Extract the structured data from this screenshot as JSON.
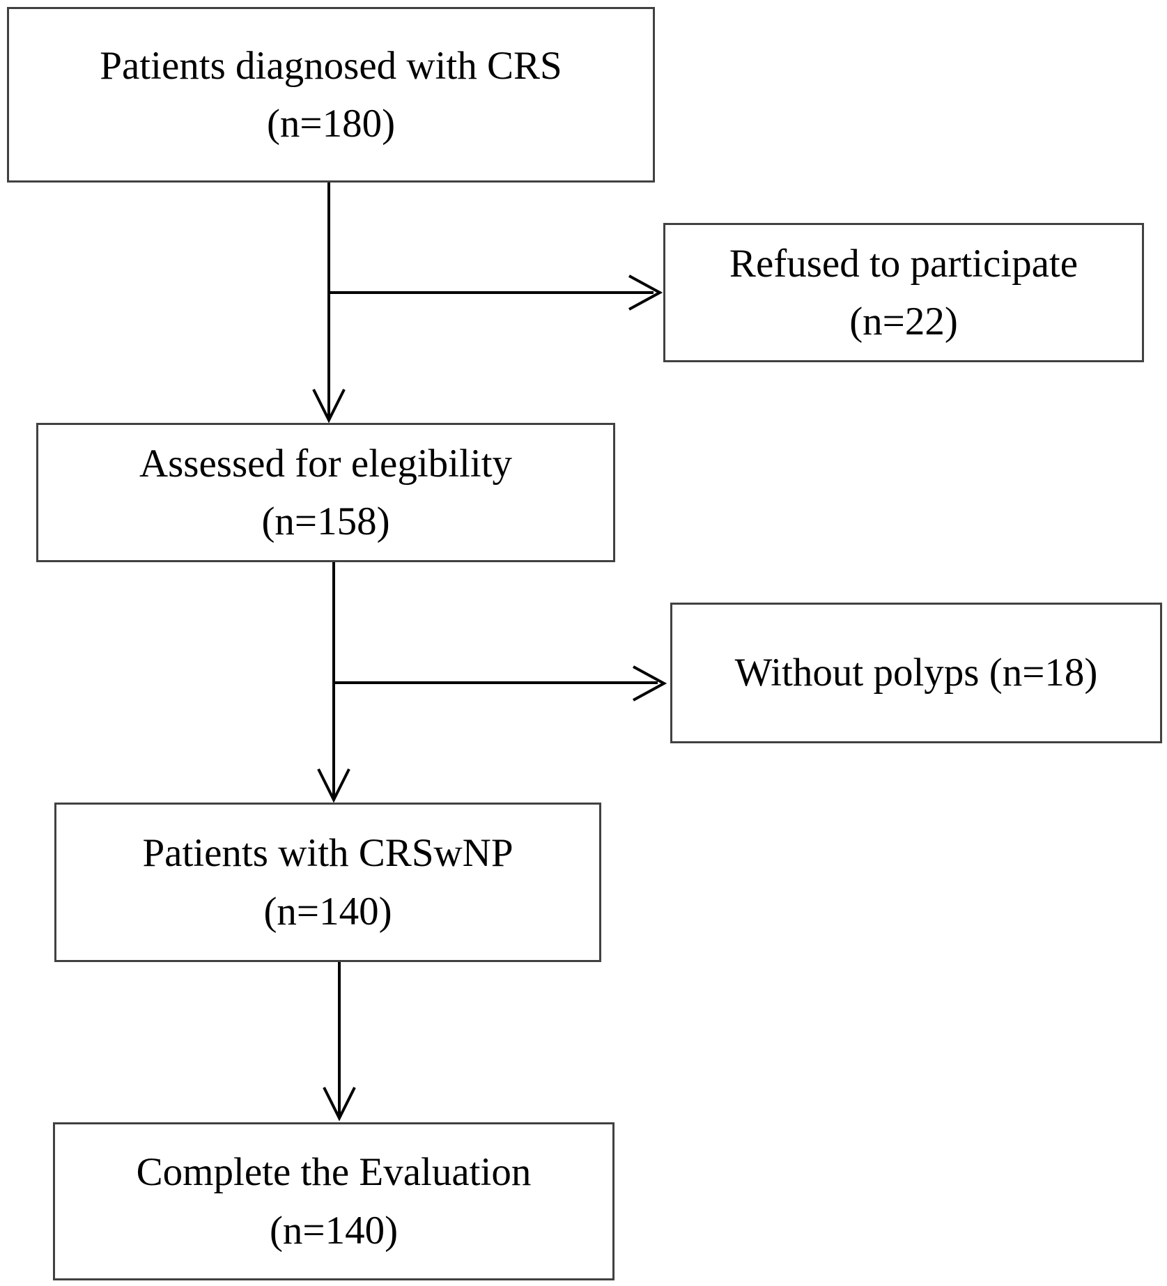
{
  "figure": {
    "type": "patient-flow-diagram",
    "background_color": "#ffffff",
    "box_border_color": "#414141",
    "arrow_color": "#000000",
    "text_color": "#000000"
  },
  "nodes": {
    "diagnosed": {
      "line1": "Patients diagnosed with CRS",
      "line2": "(n=180)"
    },
    "refused": {
      "line1": "Refused to participate",
      "line2": "(n=22)"
    },
    "assessed": {
      "line1": "Assessed for elegibility",
      "line2": "(n=158)"
    },
    "without_polyps": {
      "line1": "Without polyps (n=18)"
    },
    "crswnp": {
      "line1": "Patients with CRSwNP",
      "line2": "(n=140)"
    },
    "complete": {
      "line1": "Complete the Evaluation",
      "line2": "(n=140)"
    }
  },
  "edges": [
    {
      "from": "diagnosed",
      "to": "assessed",
      "type": "arrow-down"
    },
    {
      "from": "diagnosed",
      "to": "refused",
      "type": "arrow-right-branch"
    },
    {
      "from": "assessed",
      "to": "crswnp",
      "type": "arrow-down"
    },
    {
      "from": "assessed",
      "to": "without_polyps",
      "type": "arrow-right-branch"
    },
    {
      "from": "crswnp",
      "to": "complete",
      "type": "arrow-down"
    }
  ]
}
